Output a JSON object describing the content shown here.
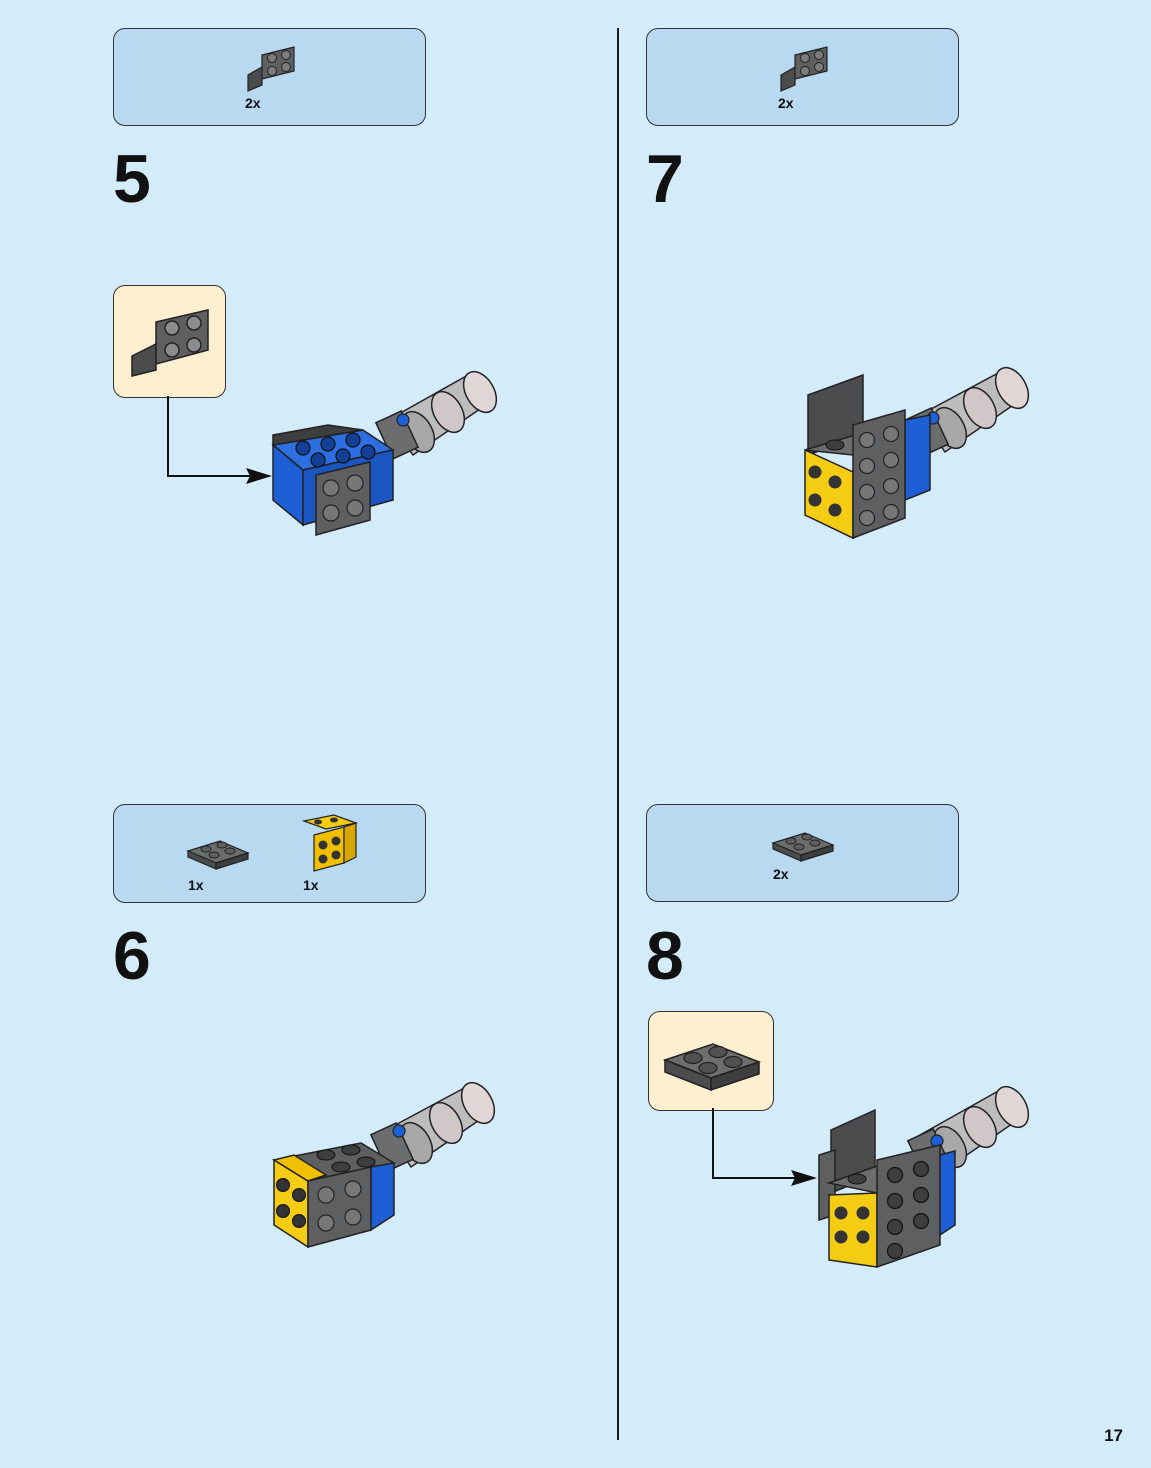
{
  "page_number": "17",
  "steps": [
    {
      "number": "5",
      "parts": [
        {
          "qty": "2x",
          "icon": "dark-gray-bracket-1x2-2x2"
        }
      ]
    },
    {
      "number": "6",
      "parts": [
        {
          "qty": "1x",
          "icon": "dark-gray-plate-2x2"
        },
        {
          "qty": "1x",
          "icon": "yellow-bracket-1x2-2x2"
        }
      ]
    },
    {
      "number": "7",
      "parts": [
        {
          "qty": "2x",
          "icon": "dark-gray-bracket-1x2-2x2"
        }
      ]
    },
    {
      "number": "8",
      "parts": [
        {
          "qty": "2x",
          "icon": "dark-gray-plate-2x2"
        }
      ]
    }
  ],
  "colors": {
    "background": "#d4ebfa",
    "parts_box": "#b9d9f1",
    "callout": "#fdefcf",
    "brick_blue": "#1f5fd6",
    "brick_yellow": "#f5cc14",
    "brick_dark_gray": "#5d5f61",
    "brick_light_gray": "#c9c9c9"
  }
}
